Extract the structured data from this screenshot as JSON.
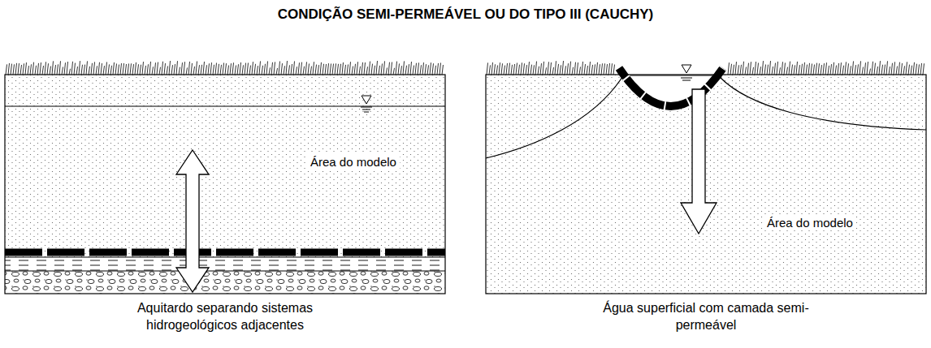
{
  "diagram": {
    "title": "CONDIÇÃO SEMI-PERMEÁVEL OU DO TIPO III (CAUCHY)",
    "nodes": [
      {
        "text": [
          "Área do modelo",
          "Aquitardo separando sistemas hidrogeológicos adjacentes"
        ]
      },
      {
        "text": [
          "Área do modelo",
          "Água superficial com camada semi-permeável"
        ]
      }
    ]
  }
}
